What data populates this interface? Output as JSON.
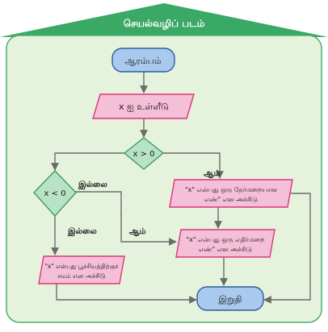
{
  "header": {
    "title": "செயல்வழிப் படம்"
  },
  "flowchart": {
    "start": "ஆரம்பம்",
    "input": "x ஐ உள்ளீடு",
    "decision1": "x > 0",
    "decision2": "x < 0",
    "yes_label_1": "ஆம்",
    "yes_label_2": "ஆம்",
    "no_label_1": "இல்லை",
    "no_label_2": "இல்லை",
    "positive_line1": "\"x\" என்பது ஒரு நேர்மறையான",
    "positive_line2": "எண்\" என அச்சிடு",
    "negative_line1": "\"x\" என்பது ஒரு எதிர்மறை",
    "negative_line2": "எண்\" என அச்சிடு",
    "zero_line1": "\"x\" என்பது பூச்சியத்திற்குச்",
    "zero_line2": "சமம் என அச்சிடு",
    "end": "இறுதி"
  },
  "colors": {
    "header_bg": "#3aa966",
    "panel_bg": "#e6f3dc",
    "panel_border": "#4caf6e",
    "terminal_fill": "#a9c9ef",
    "terminal_stroke": "#2f5d9c",
    "io_fill": "#f6bfd8",
    "io_stroke": "#d8367e",
    "decision_fill": "#b8e2c4",
    "decision_stroke": "#3a9e5a",
    "arrow": "#6b6b6b"
  }
}
